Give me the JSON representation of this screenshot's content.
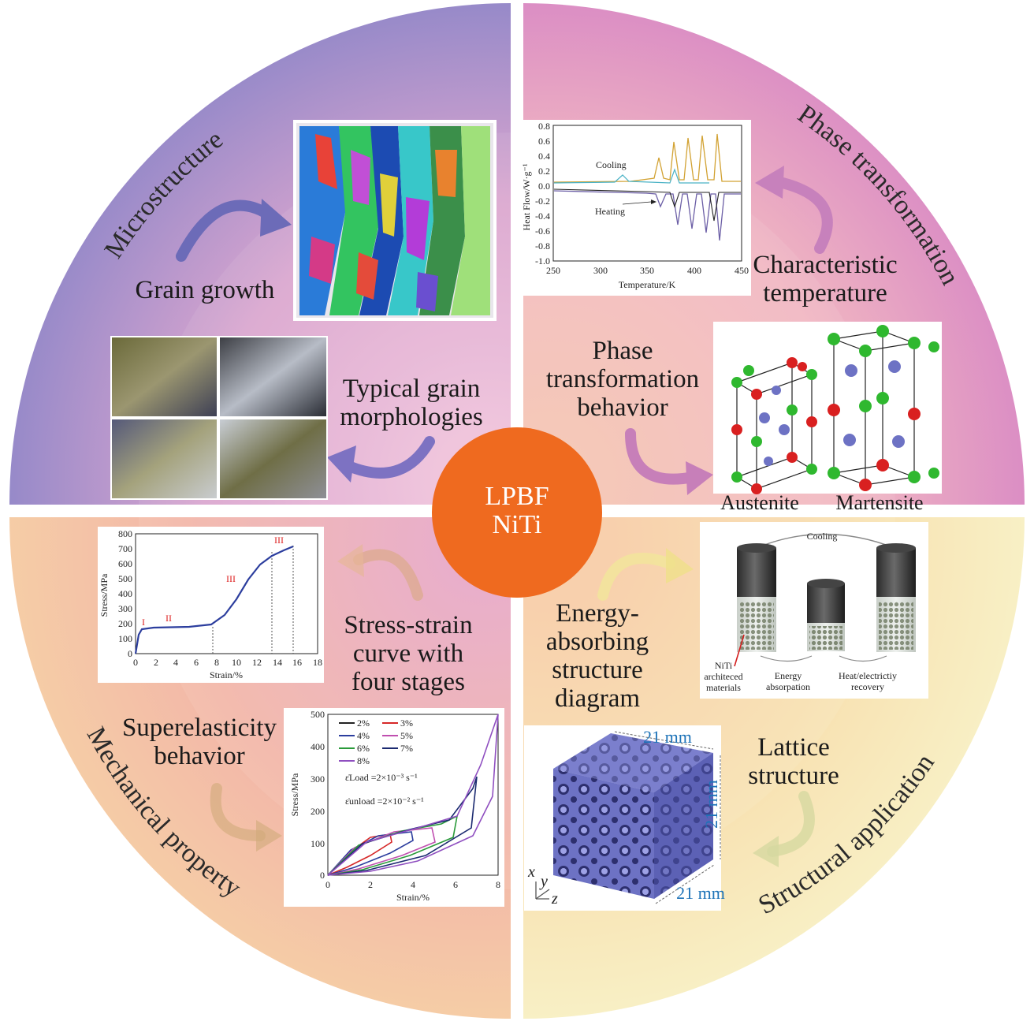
{
  "center": {
    "line1": "LPBF",
    "line2": "NiTi"
  },
  "quadrants": {
    "microstructure": "Microstructure",
    "phase": "Phase transformation",
    "mechanical": "Mechanical property",
    "structural": "Structural application"
  },
  "labels": {
    "grain_growth": "Grain growth",
    "typical_1": "Typical grain",
    "typical_2": "morphologies",
    "char_1": "Characteristic",
    "char_2": "temperature",
    "ptb_1": "Phase",
    "ptb_2": "transformation",
    "ptb_3": "behavior",
    "austenite": "Austenite",
    "martensite": "Martensite",
    "ss_1": "Stress-strain",
    "ss_2": "curve with",
    "ss_3": "four stages",
    "se_1": "Superelasticity",
    "se_2": "behavior",
    "ea_1": "Energy-",
    "ea_2": "absorbing",
    "ea_3": "structure",
    "ea_4": "diagram",
    "lat_1": "Lattice",
    "lat_2": "structure"
  },
  "dsc": {
    "ylabel": "Heat Flow/W·g⁻¹",
    "xlabel": "Temperature/K",
    "cooling": "Cooling",
    "heating": "Heating",
    "xticks": [
      "250",
      "300",
      "350",
      "400",
      "450"
    ],
    "yticks": [
      "0.8",
      "0.6",
      "0.4",
      "0.2",
      "0.0",
      "-0.2",
      "-0.4",
      "-0.6",
      "-0.8",
      "-1.0"
    ]
  },
  "stress_curve": {
    "ylabel": "Stress/MPa",
    "xlabel": "Strain/%",
    "xticks": [
      "0",
      "2",
      "4",
      "6",
      "8",
      "10",
      "12",
      "14",
      "16",
      "18"
    ],
    "yticks": [
      "800",
      "700",
      "600",
      "500",
      "400",
      "300",
      "200",
      "100",
      "0"
    ],
    "stage_labels": [
      "I",
      "II",
      "III",
      "III"
    ]
  },
  "superelastic": {
    "ylabel": "Stress/MPa",
    "xlabel": "Strain/%",
    "xticks": [
      "0",
      "2",
      "4",
      "6",
      "8"
    ],
    "yticks": [
      "500",
      "400",
      "300",
      "200",
      "100",
      "0"
    ],
    "legend": [
      "2%",
      "3%",
      "4%",
      "5%",
      "6%",
      "7%",
      "8%"
    ],
    "rate_load": "ε̇Load =2×10⁻³ s⁻¹",
    "rate_unload": "ε̇unload =2×10⁻² s⁻¹"
  },
  "energy": {
    "cooling": "Cooling",
    "niti_1": "NiTi",
    "niti_2": "architeced",
    "niti_3": "materials",
    "energy_1": "Energy",
    "energy_2": "absorpation",
    "heat_1": "Heat/electrictiy",
    "heat_2": "recovery"
  },
  "lattice": {
    "dim_top": "21 mm",
    "dim_side": "21 mm",
    "dim_bottom": "21 mm",
    "ax_x": "x",
    "ax_y": "y",
    "ax_z": "z"
  },
  "colors": {
    "center": "#ef6a1f",
    "purple": "#8f86c4",
    "pink": "#d78fbd",
    "orange": "#f3b27a",
    "yellow": "#f4e6a0"
  }
}
